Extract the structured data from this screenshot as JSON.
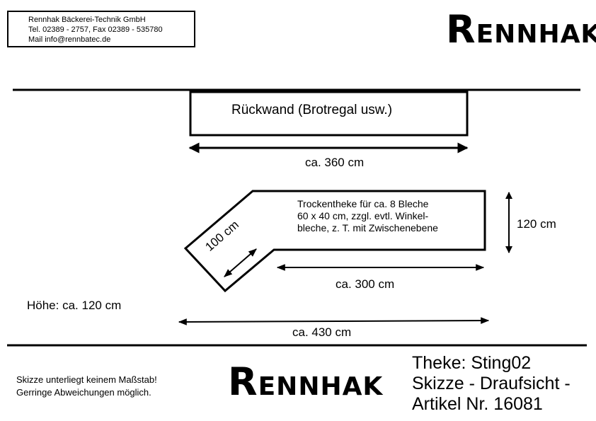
{
  "header": {
    "company": "Rennhak Bäckerei-Technik GmbH",
    "phone": "Tel. 02389 - 2757, Fax 02389 - 535780",
    "mail": "Mail info@rennbatec.de"
  },
  "logo": {
    "first": "R",
    "rest": "ENNHAK"
  },
  "diagram": {
    "back_wall": "Rückwand (Brotregal usw.)",
    "back_wall_width": "ca. 360 cm",
    "counter_desc": [
      "Trockentheke für ca. 8 Bleche",
      "60 x 40 cm, zzgl. evtl. Winkel-",
      "bleche, z. T. mit Zwischenebene"
    ],
    "depth": "120 cm",
    "angle_len": "100 cm",
    "main_len": "ca. 300 cm",
    "height": "Höhe: ca. 120 cm",
    "total_len": "ca. 430 cm"
  },
  "footer": {
    "disclaimer1": "Skizze unterliegt keinem Maßstab!",
    "disclaimer2": "Gerringe Abweichungen möglich.",
    "title1": "Theke: Sting02",
    "title2": "Skizze - Draufsicht -",
    "title3": "Artikel Nr. 16081"
  }
}
